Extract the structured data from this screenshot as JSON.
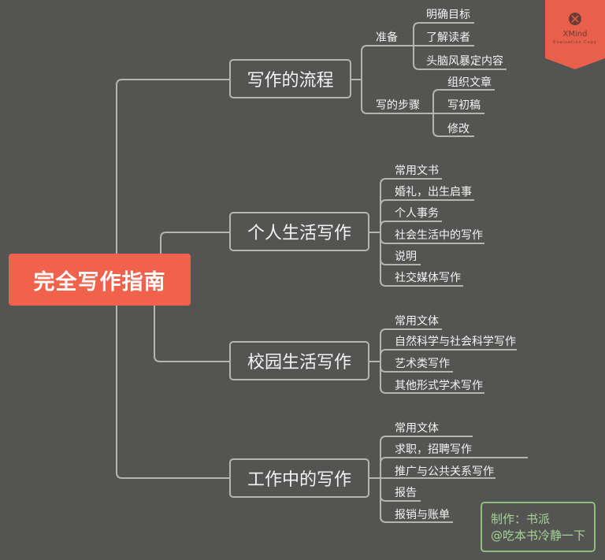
{
  "root": {
    "label": "完全写作指南",
    "color": "#f0624c"
  },
  "branches": [
    {
      "label": "写作的流程",
      "groups": [
        {
          "label": "准备",
          "items": [
            "明确目标",
            "了解读者",
            "头脑风暴定内容"
          ]
        },
        {
          "label": "写的步骤",
          "items": [
            "组织文章",
            "写初稿",
            "修改"
          ]
        }
      ]
    },
    {
      "label": "个人生活写作",
      "items": [
        "常用文书",
        "婚礼，出生启事",
        "个人事务",
        "社会生活中的写作",
        "说明",
        "社交媒体写作"
      ]
    },
    {
      "label": "校园生活写作",
      "items": [
        "常用文体",
        "自然科学与社会科学写作",
        "艺术类写作",
        "其他形式学术写作"
      ]
    },
    {
      "label": "工作中的写作",
      "items": [
        "常用文体",
        "求职，招聘写作",
        "推广与公共关系写作",
        "报告",
        "报销与账单"
      ]
    }
  ],
  "credit": {
    "line1": "制作：书派",
    "line2": "@吃本书冷静一下",
    "color": "#a6d494"
  },
  "badge": {
    "brand": "XMind",
    "subtitle": "Evaluation Copy",
    "icon": "xmind-logo-icon",
    "color": "#e8604b"
  },
  "colors": {
    "background": "#545553",
    "line": "#b4b4b2"
  }
}
